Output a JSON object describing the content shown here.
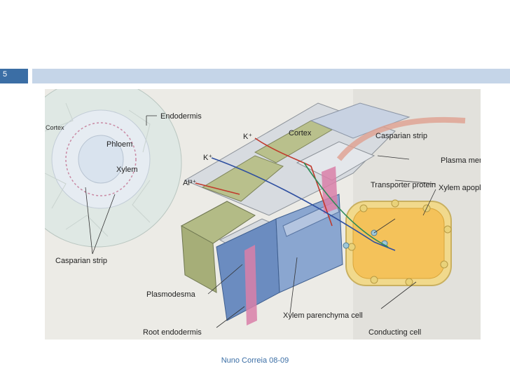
{
  "slide": {
    "number": "5",
    "footer": "Nuno Correia 08-09"
  },
  "labels": {
    "endodermis": "Endodermis",
    "cortex_small": "Cortex",
    "phloem": "Phloem",
    "xylem": "Xylem",
    "casparian_strip_left": "Casparian strip",
    "k_ion_1": "K⁺",
    "k_ion_2": "K⁺",
    "al_ion": "Al³⁺",
    "cortex": "Cortex",
    "casparian_strip": "Casparian strip",
    "plasma_membrane": "Plasma membrane",
    "transporter_protein": "Transporter protein",
    "xylem_apoplast": "Xylem apoplast",
    "plasmodesma": "Plasmodesma",
    "xylem_parenchyma": "Xylem parenchyma cell",
    "root_endodermis": "Root endodermis",
    "conducting_cell": "Conducting cell"
  },
  "colors": {
    "accent": "#3b6ea5",
    "bar": "#c5d5e8",
    "potassium": "#c0392b",
    "al_path": "#2e4fa0",
    "k_path2": "#2e8b57"
  }
}
